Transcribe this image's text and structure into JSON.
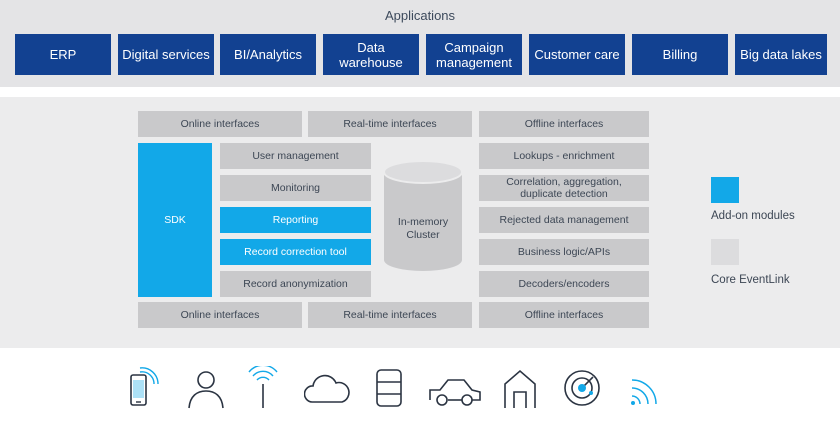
{
  "applications": {
    "title": "Applications",
    "items": [
      "ERP",
      "Digital services",
      "BI/Analytics",
      "Data warehouse",
      "Campaign management",
      "Customer care",
      "Billing",
      "Big data lakes"
    ]
  },
  "interfaces": {
    "online": "Online interfaces",
    "realtime": "Real-time interfaces",
    "offline": "Offline interfaces"
  },
  "sdk": "SDK",
  "left_modules": [
    "User management",
    "Monitoring",
    "Reporting",
    "Record correction tool",
    "Record anonymization"
  ],
  "cluster": "In-memory Cluster",
  "right_modules": [
    "Lookups - enrichment",
    "Correlation, aggregation, duplicate detection",
    "Rejected data management",
    "Business logic/APIs",
    "Decoders/encoders"
  ],
  "legend": {
    "addon": "Add-on modules",
    "core": "Core EventLink"
  },
  "colors": {
    "app_blue": "#124191",
    "addon_cyan": "#12a8e8",
    "core_gray": "#c9c9cb"
  },
  "bottom_icons": [
    "mobile-phone-icon",
    "person-icon",
    "antenna-icon",
    "cloud-icon",
    "database-icon",
    "car-icon",
    "house-icon",
    "radar-icon",
    "signal-waves-icon"
  ]
}
